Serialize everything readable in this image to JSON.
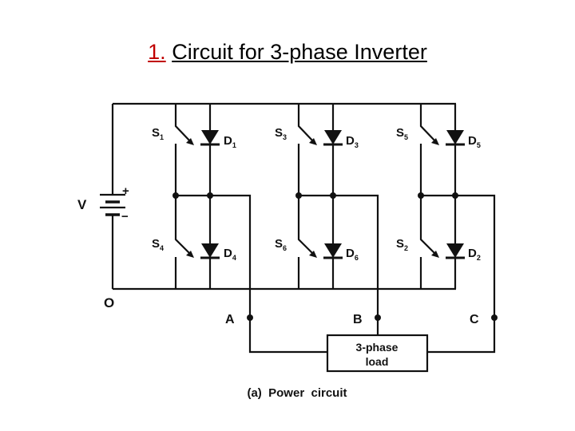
{
  "title": {
    "number": "1.",
    "text": "Circuit for 3-phase Inverter"
  },
  "source": {
    "label": "V",
    "plus": "+",
    "minus": "−"
  },
  "node_o": "O",
  "switches": [
    {
      "name": "S",
      "sub": "1"
    },
    {
      "name": "S",
      "sub": "3"
    },
    {
      "name": "S",
      "sub": "5"
    },
    {
      "name": "S",
      "sub": "4"
    },
    {
      "name": "S",
      "sub": "6"
    },
    {
      "name": "S",
      "sub": "2"
    }
  ],
  "diodes": [
    {
      "name": "D",
      "sub": "1"
    },
    {
      "name": "D",
      "sub": "3"
    },
    {
      "name": "D",
      "sub": "5"
    },
    {
      "name": "D",
      "sub": "4"
    },
    {
      "name": "D",
      "sub": "6"
    },
    {
      "name": "D",
      "sub": "2"
    }
  ],
  "outputs": [
    "A",
    "B",
    "C"
  ],
  "load": {
    "line1": "3-phase",
    "line2": "load"
  },
  "caption": "(a)  Power  circuit",
  "colors": {
    "ink": "#111111",
    "title_number": "#c00000"
  }
}
